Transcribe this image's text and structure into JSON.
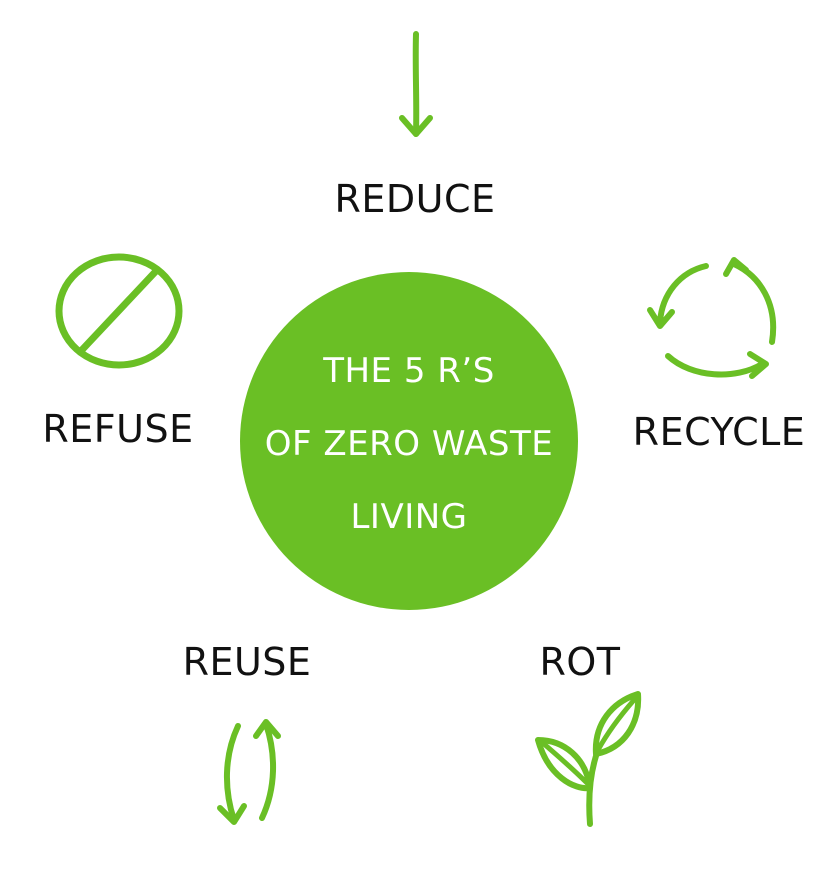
{
  "center": {
    "lines": [
      "THE 5 R’S",
      "OF ZERO WASTE",
      "LIVING"
    ]
  },
  "labels": {
    "reduce": "REDUCE",
    "refuse": "REFUSE",
    "recycle": "RECYCLE",
    "reuse": "REUSE",
    "rot": "ROT"
  },
  "icons": {
    "reduce": "arrow-down-icon",
    "refuse": "prohibition-icon",
    "recycle": "recycle-arrows-icon",
    "reuse": "swap-arrows-icon",
    "rot": "sprout-icon"
  },
  "colors": {
    "green": "#6abf25",
    "text": "#111111",
    "center_text": "#ffffff"
  }
}
